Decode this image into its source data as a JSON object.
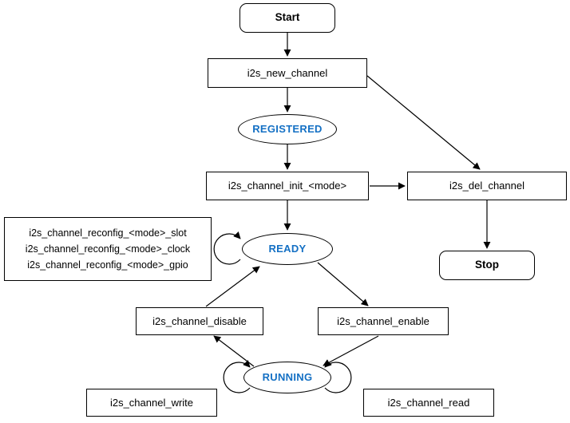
{
  "diagram": {
    "title": "i2s-driver-state-machine",
    "nodes": {
      "start": {
        "label": "Start"
      },
      "new_channel": {
        "label": "i2s_new_channel"
      },
      "registered": {
        "label": "REGISTERED"
      },
      "init": {
        "label": "i2s_channel_init_<mode>"
      },
      "del_channel": {
        "label": "i2s_del_channel"
      },
      "stop": {
        "label": "Stop"
      },
      "ready": {
        "label": "READY"
      },
      "reconfig": {
        "lines": [
          "i2s_channel_reconfig_<mode>_slot",
          "i2s_channel_reconfig_<mode>_clock",
          "i2s_channel_reconfig_<mode>_gpio"
        ]
      },
      "disable": {
        "label": "i2s_channel_disable"
      },
      "enable": {
        "label": "i2s_channel_enable"
      },
      "running": {
        "label": "RUNNING"
      },
      "write": {
        "label": "i2s_channel_write"
      },
      "read": {
        "label": "i2s_channel_read"
      }
    },
    "colors": {
      "state_text": "#1470C4",
      "outline": "#000000",
      "background": "#ffffff"
    }
  }
}
